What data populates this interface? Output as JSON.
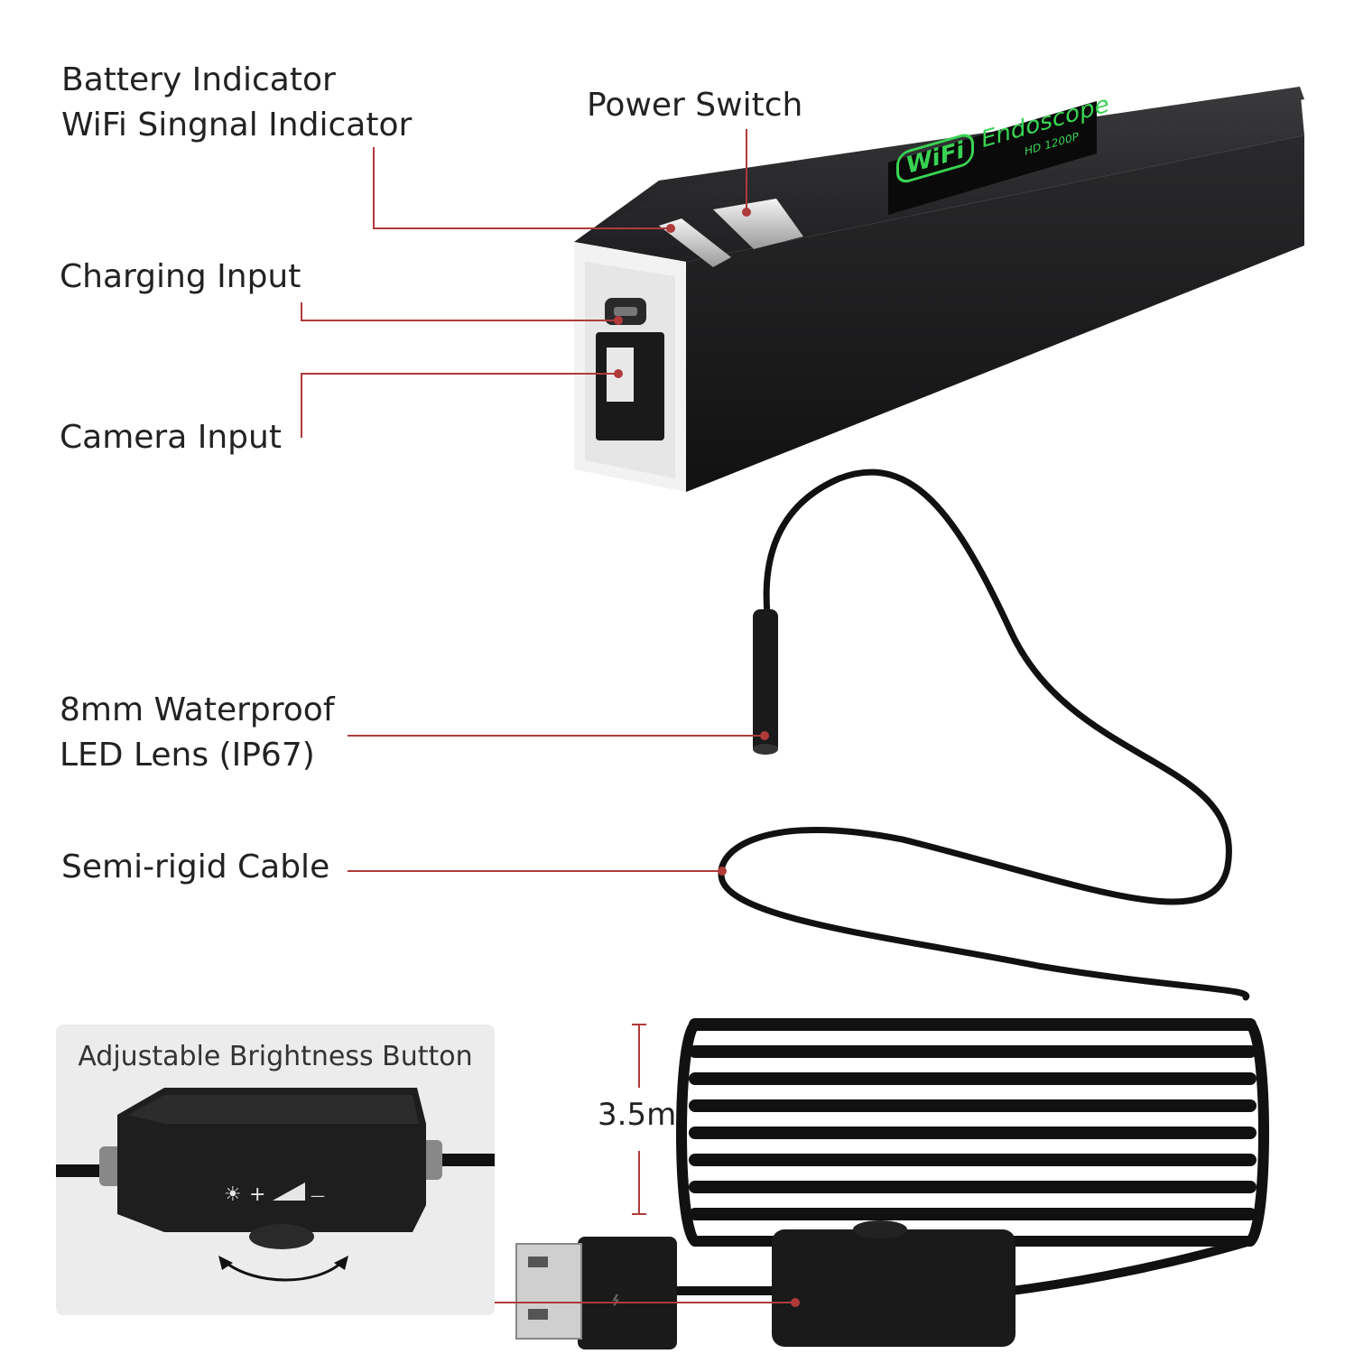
{
  "labels": {
    "battery_indicator": "Battery Indicator",
    "wifi_indicator": "WiFi Singnal Indicator",
    "power_switch": "Power Switch",
    "charging_input": "Charging Input",
    "camera_input": "Camera Input",
    "lens_line1": "8mm Waterproof",
    "lens_line2": "LED Lens (IP67)",
    "cable": "Semi-rigid Cable",
    "cable_length": "3.5m"
  },
  "device_screen": {
    "logo": "WiFi",
    "brand": "Endoscope",
    "model": "HD 1200P"
  },
  "brightness_panel": {
    "title": "Adjustable Brightness Button",
    "sun_glyph": "☀",
    "plus": "+",
    "minus": "—"
  },
  "colors": {
    "lead_line": "#b03a3a",
    "device_body": "#1c1c1e",
    "screen_green": "#39d353",
    "panel_bg": "#ececec"
  }
}
